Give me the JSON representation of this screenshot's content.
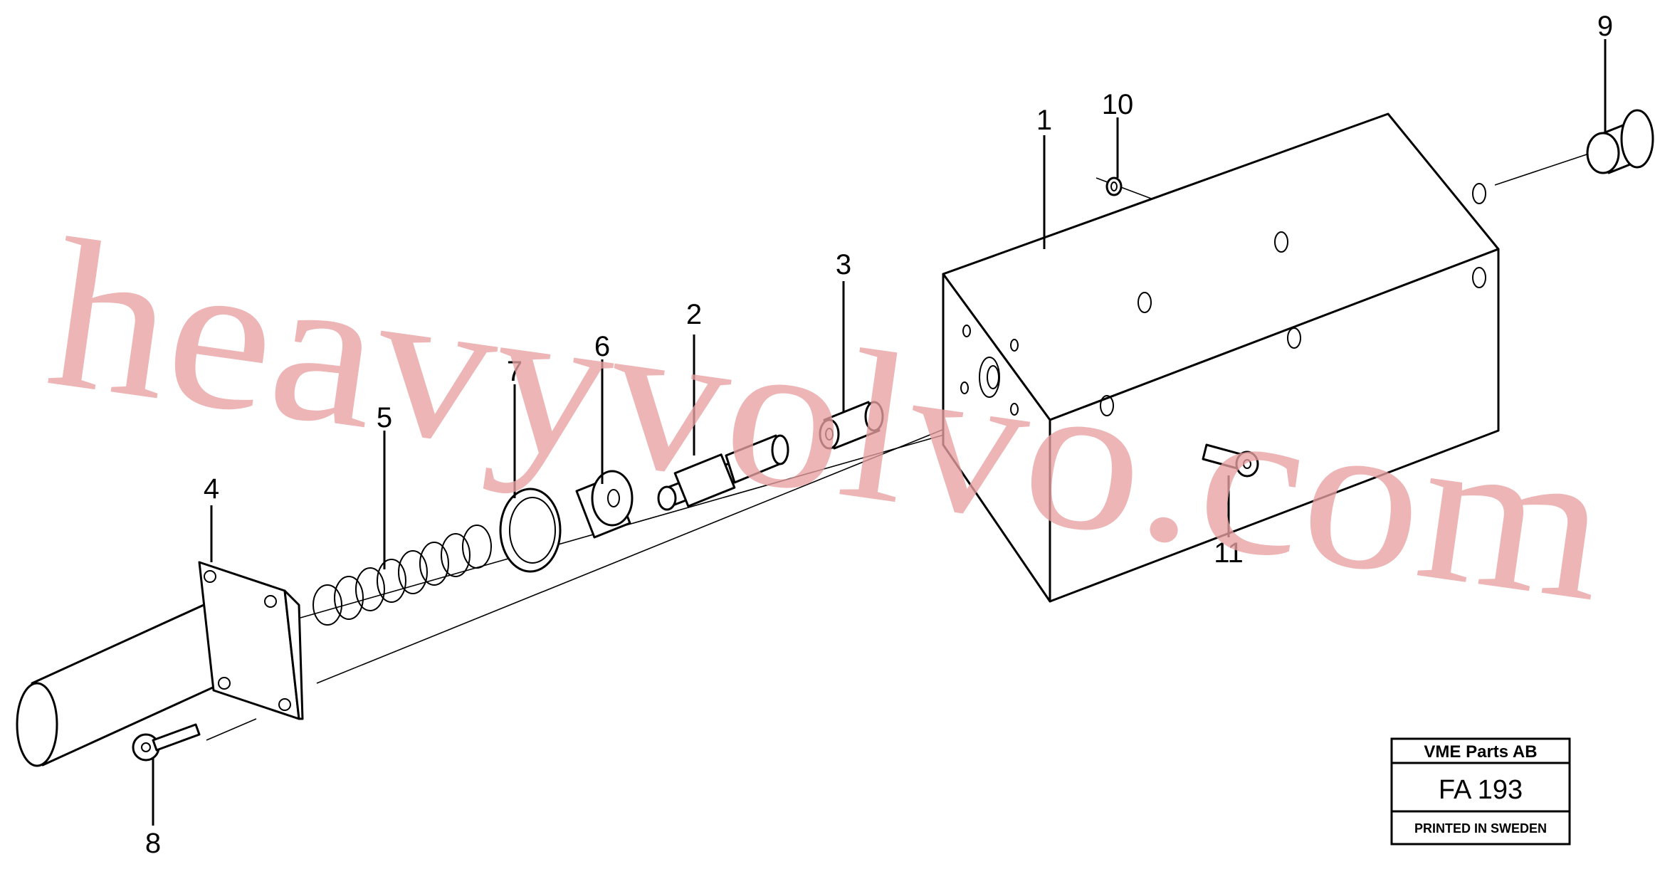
{
  "watermark": "heavyvolvo.com",
  "callouts": {
    "c1": "1",
    "c2": "2",
    "c3": "3",
    "c4": "4",
    "c5": "5",
    "c6": "6",
    "c7": "7",
    "c8": "8",
    "c9": "9",
    "c10": "10",
    "c11": "11"
  },
  "title_block": {
    "company": "VME Parts AB",
    "code": "FA 193",
    "printed": "PRINTED IN SWEDEN"
  }
}
